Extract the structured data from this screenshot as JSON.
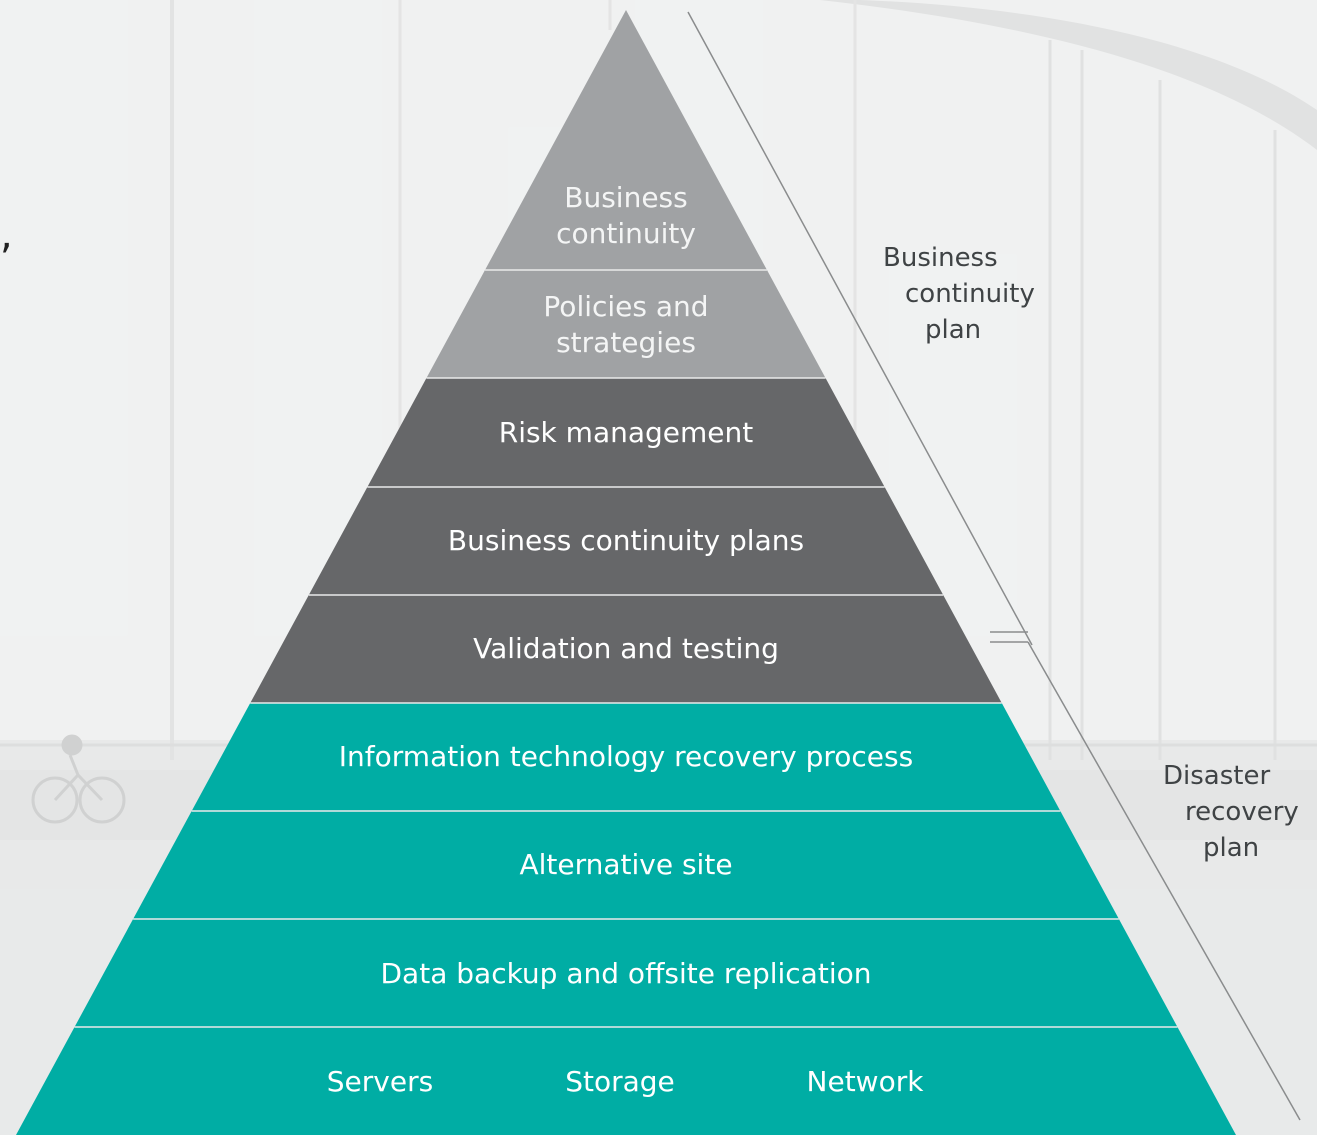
{
  "pyramid": {
    "top_layers": [
      {
        "lines": [
          "Business",
          "continuity"
        ]
      },
      {
        "lines": [
          "Policies and",
          "strategies"
        ]
      }
    ],
    "middle_layers": [
      {
        "label": "Risk management"
      },
      {
        "label": "Business continuity plans"
      },
      {
        "label": "Validation and testing"
      }
    ],
    "bottom_layers": [
      {
        "label": "Information technology recovery process"
      },
      {
        "label": "Alternative site"
      },
      {
        "label": "Data backup and offsite replication"
      }
    ],
    "base_items": [
      "Servers",
      "Storage",
      "Network"
    ]
  },
  "brackets": {
    "bcp": {
      "lines": [
        "Business",
        "continuity",
        "plan"
      ]
    },
    "drp": {
      "lines": [
        "Disaster",
        "recovery",
        "plan"
      ]
    }
  },
  "stray_text": ",",
  "colors": {
    "light_gray": "#a0a2a4",
    "dark_gray": "#666769",
    "teal": "#00ada4",
    "background": "#eeefef"
  }
}
